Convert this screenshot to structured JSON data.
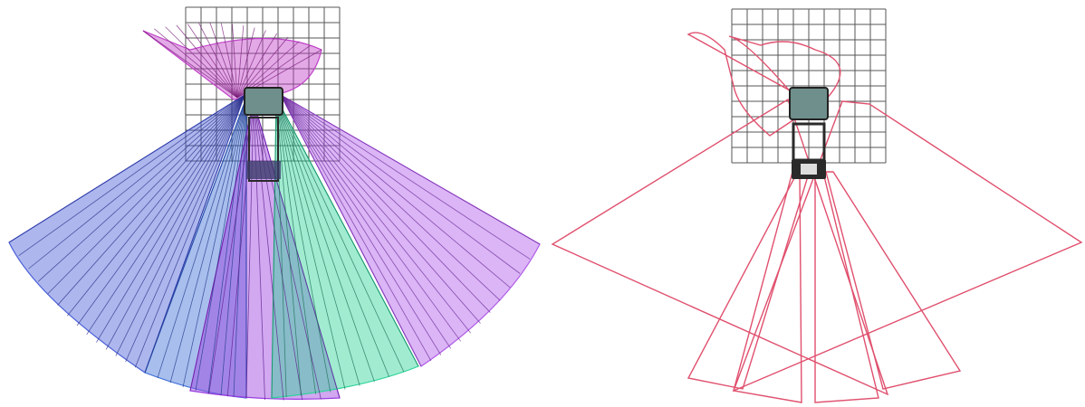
{
  "figure": {
    "panels": [
      {
        "id": "left",
        "style": "filled-fields"
      },
      {
        "id": "right",
        "style": "outline-fields"
      }
    ]
  },
  "colors": {
    "background": "#ffffff",
    "grid_line": "#555555",
    "vehicle_cab": "#6e8f8c",
    "vehicle_frame": "#2a2a2a",
    "fov_blue": "#4a5fd8",
    "fov_blue_alt": "#3d6fd6",
    "fov_purple": "#9b3ee0",
    "fov_violet": "#b05ae8",
    "fov_green": "#2ed49a",
    "fov_magenta": "#c040c8",
    "outline_red": "#e0506e"
  },
  "icons": {
    "vehicle": "truck-topdown-icon"
  }
}
